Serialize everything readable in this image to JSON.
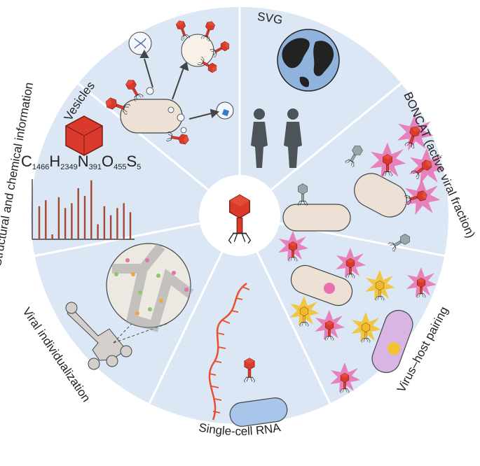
{
  "diagram": {
    "sections": [
      {
        "id": "vesicles",
        "label": "Vesicles"
      },
      {
        "id": "svg",
        "label": "SVG"
      },
      {
        "id": "boncat",
        "label": "BONCAT (active viral fraction)"
      },
      {
        "id": "virus-host",
        "label": "Virus–host pairing"
      },
      {
        "id": "single-cell",
        "label": "Single-cell RNA"
      },
      {
        "id": "viral-individualization",
        "label": "Viral individualization"
      },
      {
        "id": "structural",
        "label": "Structural and chemical information"
      }
    ],
    "formula": {
      "parts": [
        {
          "el": "C",
          "sub": "1466"
        },
        {
          "el": "H",
          "sub": "2349"
        },
        {
          "el": "N",
          "sub": "391"
        },
        {
          "el": "O",
          "sub": "455"
        },
        {
          "el": "S",
          "sub": "5"
        }
      ]
    },
    "spectrum_peaks": [
      0.55,
      0.65,
      0.08,
      0.7,
      0.52,
      0.6,
      0.85,
      0.72,
      0.98,
      0.25,
      0.55,
      0.4,
      0.52,
      0.6,
      0.45
    ],
    "colors": {
      "sector": "#dce7f5",
      "divider": "#ffffff",
      "phage_red": "#d93a2b",
      "phage_dark": "#a82417",
      "glow_pink": "#e86fb0",
      "glow_yellow": "#f2c230",
      "cell": "#ece1d4",
      "cell_purple": "#d8b5e3",
      "cell_blue": "#a9c6ea",
      "earth_ocean": "#8fb3dc",
      "human": "#4d5459",
      "rna": "#e6502e"
    }
  }
}
